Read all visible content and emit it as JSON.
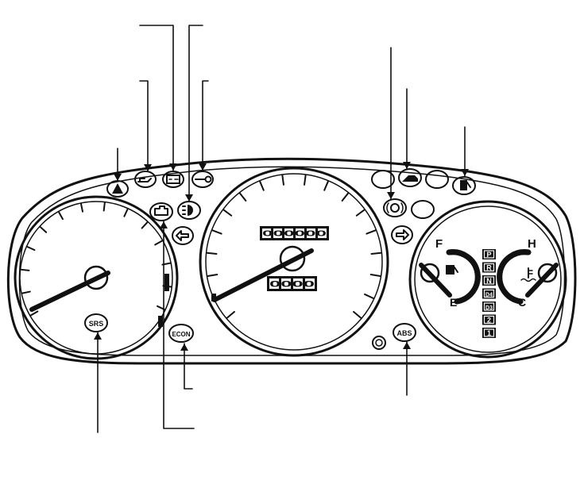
{
  "colors": {
    "ink": "#111111",
    "paper": "#ffffff"
  },
  "odometer": {
    "total": "000000",
    "trip": "0000"
  },
  "fuel_gauge": {
    "full_label": "F",
    "empty_label": "E",
    "icon": "fuel-pump-icon"
  },
  "temp_gauge": {
    "hot_label": "H",
    "cold_label": "C",
    "icon": "coolant-temperature-icon"
  },
  "gear_indicator": {
    "positions": [
      "P",
      "R",
      "N",
      "D4",
      "D3",
      "2",
      "1"
    ]
  },
  "indicators": {
    "srs": "SRS",
    "abs": "ABS",
    "econ": "ECON",
    "warning": "hazard-triangle-icon",
    "oil": "oil-pressure-icon",
    "charge": "battery-charge-icon",
    "door": "door-key-icon",
    "engine": "check-engine-icon",
    "headlight": "high-beam-icon",
    "brake": "brake-system-icon",
    "trunk": "trunk-open-icon",
    "fuel": "low-fuel-icon",
    "turn_left": "turn-left-icon",
    "turn_right": "turn-right-icon"
  }
}
